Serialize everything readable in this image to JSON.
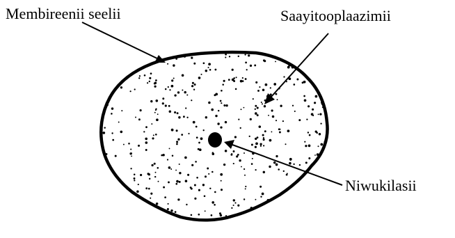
{
  "labels": {
    "membrane": "Membireenii seelii",
    "cytoplasm": "Saayitooplaazimii",
    "nucleus": "Niwukilasii"
  },
  "colors": {
    "ink": "#000000",
    "background": "#ffffff"
  }
}
